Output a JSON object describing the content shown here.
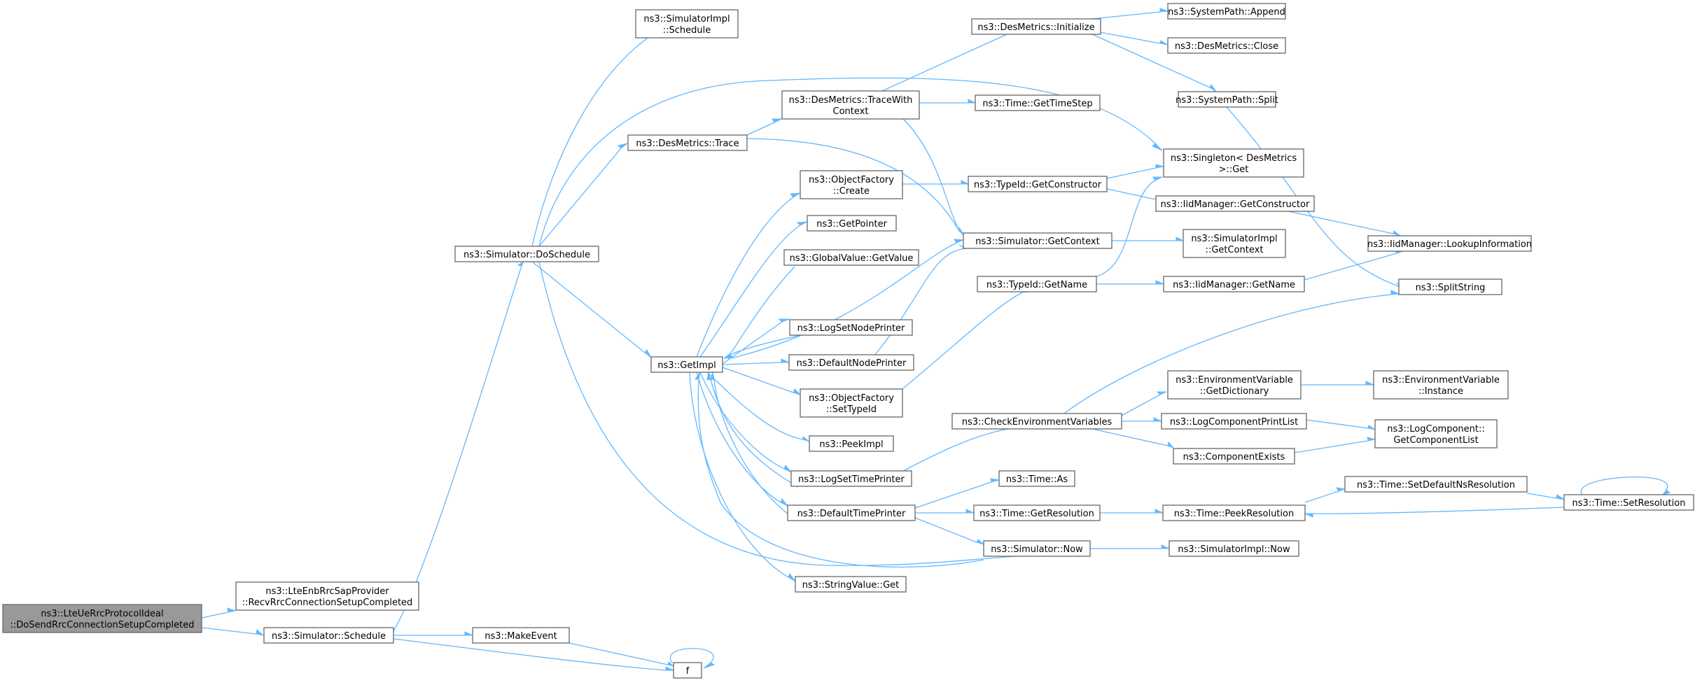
{
  "diagram": {
    "colors": {
      "edge": "#63b8ff",
      "node_border": "#666666",
      "root_fill": "#999999",
      "node_fill": "#ffffff"
    },
    "nodes": [
      {
        "id": "root",
        "lines": [
          "ns3::LteUeRrcProtocolIdeal",
          "::DoSendRrcConnectionSetupCompleted"
        ],
        "root": true
      },
      {
        "id": "recv",
        "lines": [
          "ns3::LteEnbRrcSapProvider",
          "::RecvRrcConnectionSetupCompleted"
        ]
      },
      {
        "id": "sched",
        "lines": [
          "ns3::Simulator::Schedule"
        ]
      },
      {
        "id": "dosched",
        "lines": [
          "ns3::Simulator::DoSchedule"
        ]
      },
      {
        "id": "makeevent",
        "lines": [
          "ns3::MakeEvent"
        ]
      },
      {
        "id": "f",
        "lines": [
          "f"
        ]
      },
      {
        "id": "simimplsched",
        "lines": [
          "ns3::SimulatorImpl",
          "::Schedule"
        ]
      },
      {
        "id": "desmetricstrace",
        "lines": [
          "ns3::DesMetrics::Trace"
        ]
      },
      {
        "id": "getimpl",
        "lines": [
          "ns3::GetImpl"
        ]
      },
      {
        "id": "tracewith",
        "lines": [
          "ns3::DesMetrics::TraceWith",
          "Context"
        ]
      },
      {
        "id": "desinit",
        "lines": [
          "ns3::DesMetrics::Initialize"
        ]
      },
      {
        "id": "append",
        "lines": [
          "ns3::SystemPath::Append"
        ]
      },
      {
        "id": "close",
        "lines": [
          "ns3::DesMetrics::Close"
        ]
      },
      {
        "id": "split",
        "lines": [
          "ns3::SystemPath::Split"
        ]
      },
      {
        "id": "singleton",
        "lines": [
          "ns3::Singleton< DesMetrics",
          ">::Get"
        ]
      },
      {
        "id": "gettimestep",
        "lines": [
          "ns3::Time::GetTimeStep"
        ]
      },
      {
        "id": "ofcreate",
        "lines": [
          "ns3::ObjectFactory",
          "::Create"
        ]
      },
      {
        "id": "getpointer",
        "lines": [
          "ns3::GetPointer"
        ]
      },
      {
        "id": "gvgetvalue",
        "lines": [
          "ns3::GlobalValue::GetValue"
        ]
      },
      {
        "id": "logsetnode",
        "lines": [
          "ns3::LogSetNodePrinter"
        ]
      },
      {
        "id": "defaultnode",
        "lines": [
          "ns3::DefaultNodePrinter"
        ]
      },
      {
        "id": "ofsettypeid",
        "lines": [
          "ns3::ObjectFactory",
          "::SetTypeId"
        ]
      },
      {
        "id": "peekimpl",
        "lines": [
          "ns3::PeekImpl"
        ]
      },
      {
        "id": "logsettime",
        "lines": [
          "ns3::LogSetTimePrinter"
        ]
      },
      {
        "id": "defaulttime",
        "lines": [
          "ns3::DefaultTimePrinter"
        ]
      },
      {
        "id": "stringget",
        "lines": [
          "ns3::StringValue::Get"
        ]
      },
      {
        "id": "typeidgetctor",
        "lines": [
          "ns3::TypeId::GetConstructor"
        ]
      },
      {
        "id": "simgetcontext",
        "lines": [
          "ns3::Simulator::GetContext"
        ]
      },
      {
        "id": "typeidgetname",
        "lines": [
          "ns3::TypeId::GetName"
        ]
      },
      {
        "id": "checkenv",
        "lines": [
          "ns3::CheckEnvironmentVariables"
        ]
      },
      {
        "id": "timeas",
        "lines": [
          "ns3::Time::As"
        ]
      },
      {
        "id": "timegetres",
        "lines": [
          "ns3::Time::GetResolution"
        ]
      },
      {
        "id": "simnow",
        "lines": [
          "ns3::Simulator::Now"
        ]
      },
      {
        "id": "iidgetctor",
        "lines": [
          "ns3::IidManager::GetConstructor"
        ]
      },
      {
        "id": "simimplgetctx",
        "lines": [
          "ns3::SimulatorImpl",
          "::GetContext"
        ]
      },
      {
        "id": "iidgetname",
        "lines": [
          "ns3::IidManager::GetName"
        ]
      },
      {
        "id": "envgetdict",
        "lines": [
          "ns3::EnvironmentVariable",
          "::GetDictionary"
        ]
      },
      {
        "id": "logcompprint",
        "lines": [
          "ns3::LogComponentPrintList"
        ]
      },
      {
        "id": "compexists",
        "lines": [
          "ns3::ComponentExists"
        ]
      },
      {
        "id": "timepeekres",
        "lines": [
          "ns3::Time::PeekResolution"
        ]
      },
      {
        "id": "simimplnow",
        "lines": [
          "ns3::SimulatorImpl::Now"
        ]
      },
      {
        "id": "iidlookup",
        "lines": [
          "ns3::IidManager::LookupInformation"
        ]
      },
      {
        "id": "splitstring",
        "lines": [
          "ns3::SplitString"
        ]
      },
      {
        "id": "envinstance",
        "lines": [
          "ns3::EnvironmentVariable",
          "::Instance"
        ]
      },
      {
        "id": "logcompget",
        "lines": [
          "ns3::LogComponent::",
          "GetComponentList"
        ]
      },
      {
        "id": "setdefaultns",
        "lines": [
          "ns3::Time::SetDefaultNsResolution"
        ]
      },
      {
        "id": "setres",
        "lines": [
          "ns3::Time::SetResolution"
        ]
      }
    ]
  }
}
